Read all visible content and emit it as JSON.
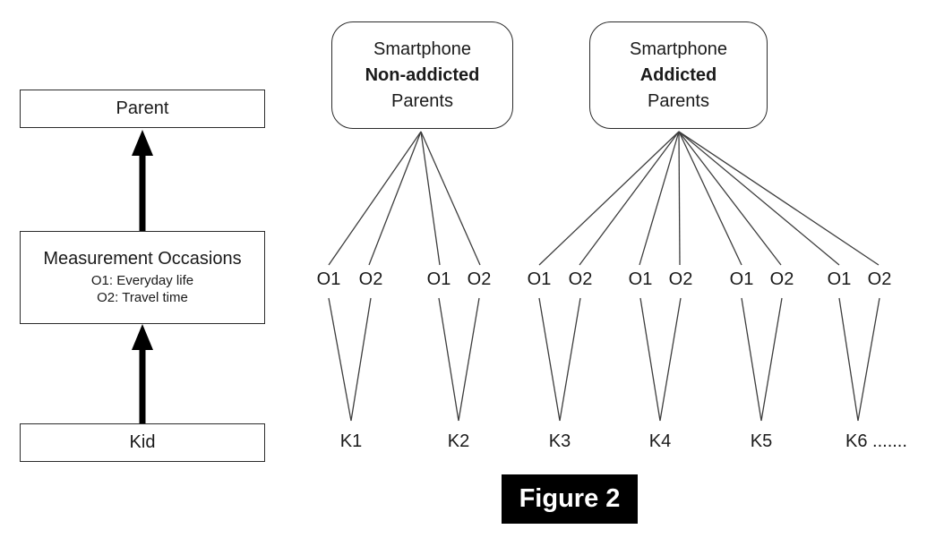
{
  "figure": {
    "caption": "Figure 2"
  },
  "left_panel": {
    "parent_label": "Parent",
    "measurement": {
      "title": "Measurement Occasions",
      "occasion1": "O1: Everyday life",
      "occasion2": "O2: Travel time"
    },
    "kid_label": "Kid"
  },
  "trees": [
    {
      "title_line1": "Smartphone",
      "title_line2": "Non-addicted",
      "title_line3": "Parents",
      "occasions": [
        "O1",
        "O2",
        "O1",
        "O2"
      ],
      "kids": [
        "K1",
        "K2"
      ]
    },
    {
      "title_line1": "Smartphone",
      "title_line2": "Addicted",
      "title_line3": "Parents",
      "occasions": [
        "O1",
        "O2",
        "O1",
        "O2",
        "O1",
        "O2",
        "O1",
        "O2"
      ],
      "kids": [
        "K3",
        "K4",
        "K5",
        "K6 ......."
      ]
    }
  ],
  "colors": {
    "background": "#ffffff",
    "box_border": "#2b2b2b",
    "thin_line": "#3d3d3d",
    "arrow": "#000000",
    "caption_bg": "#000000",
    "caption_text": "#ffffff"
  }
}
